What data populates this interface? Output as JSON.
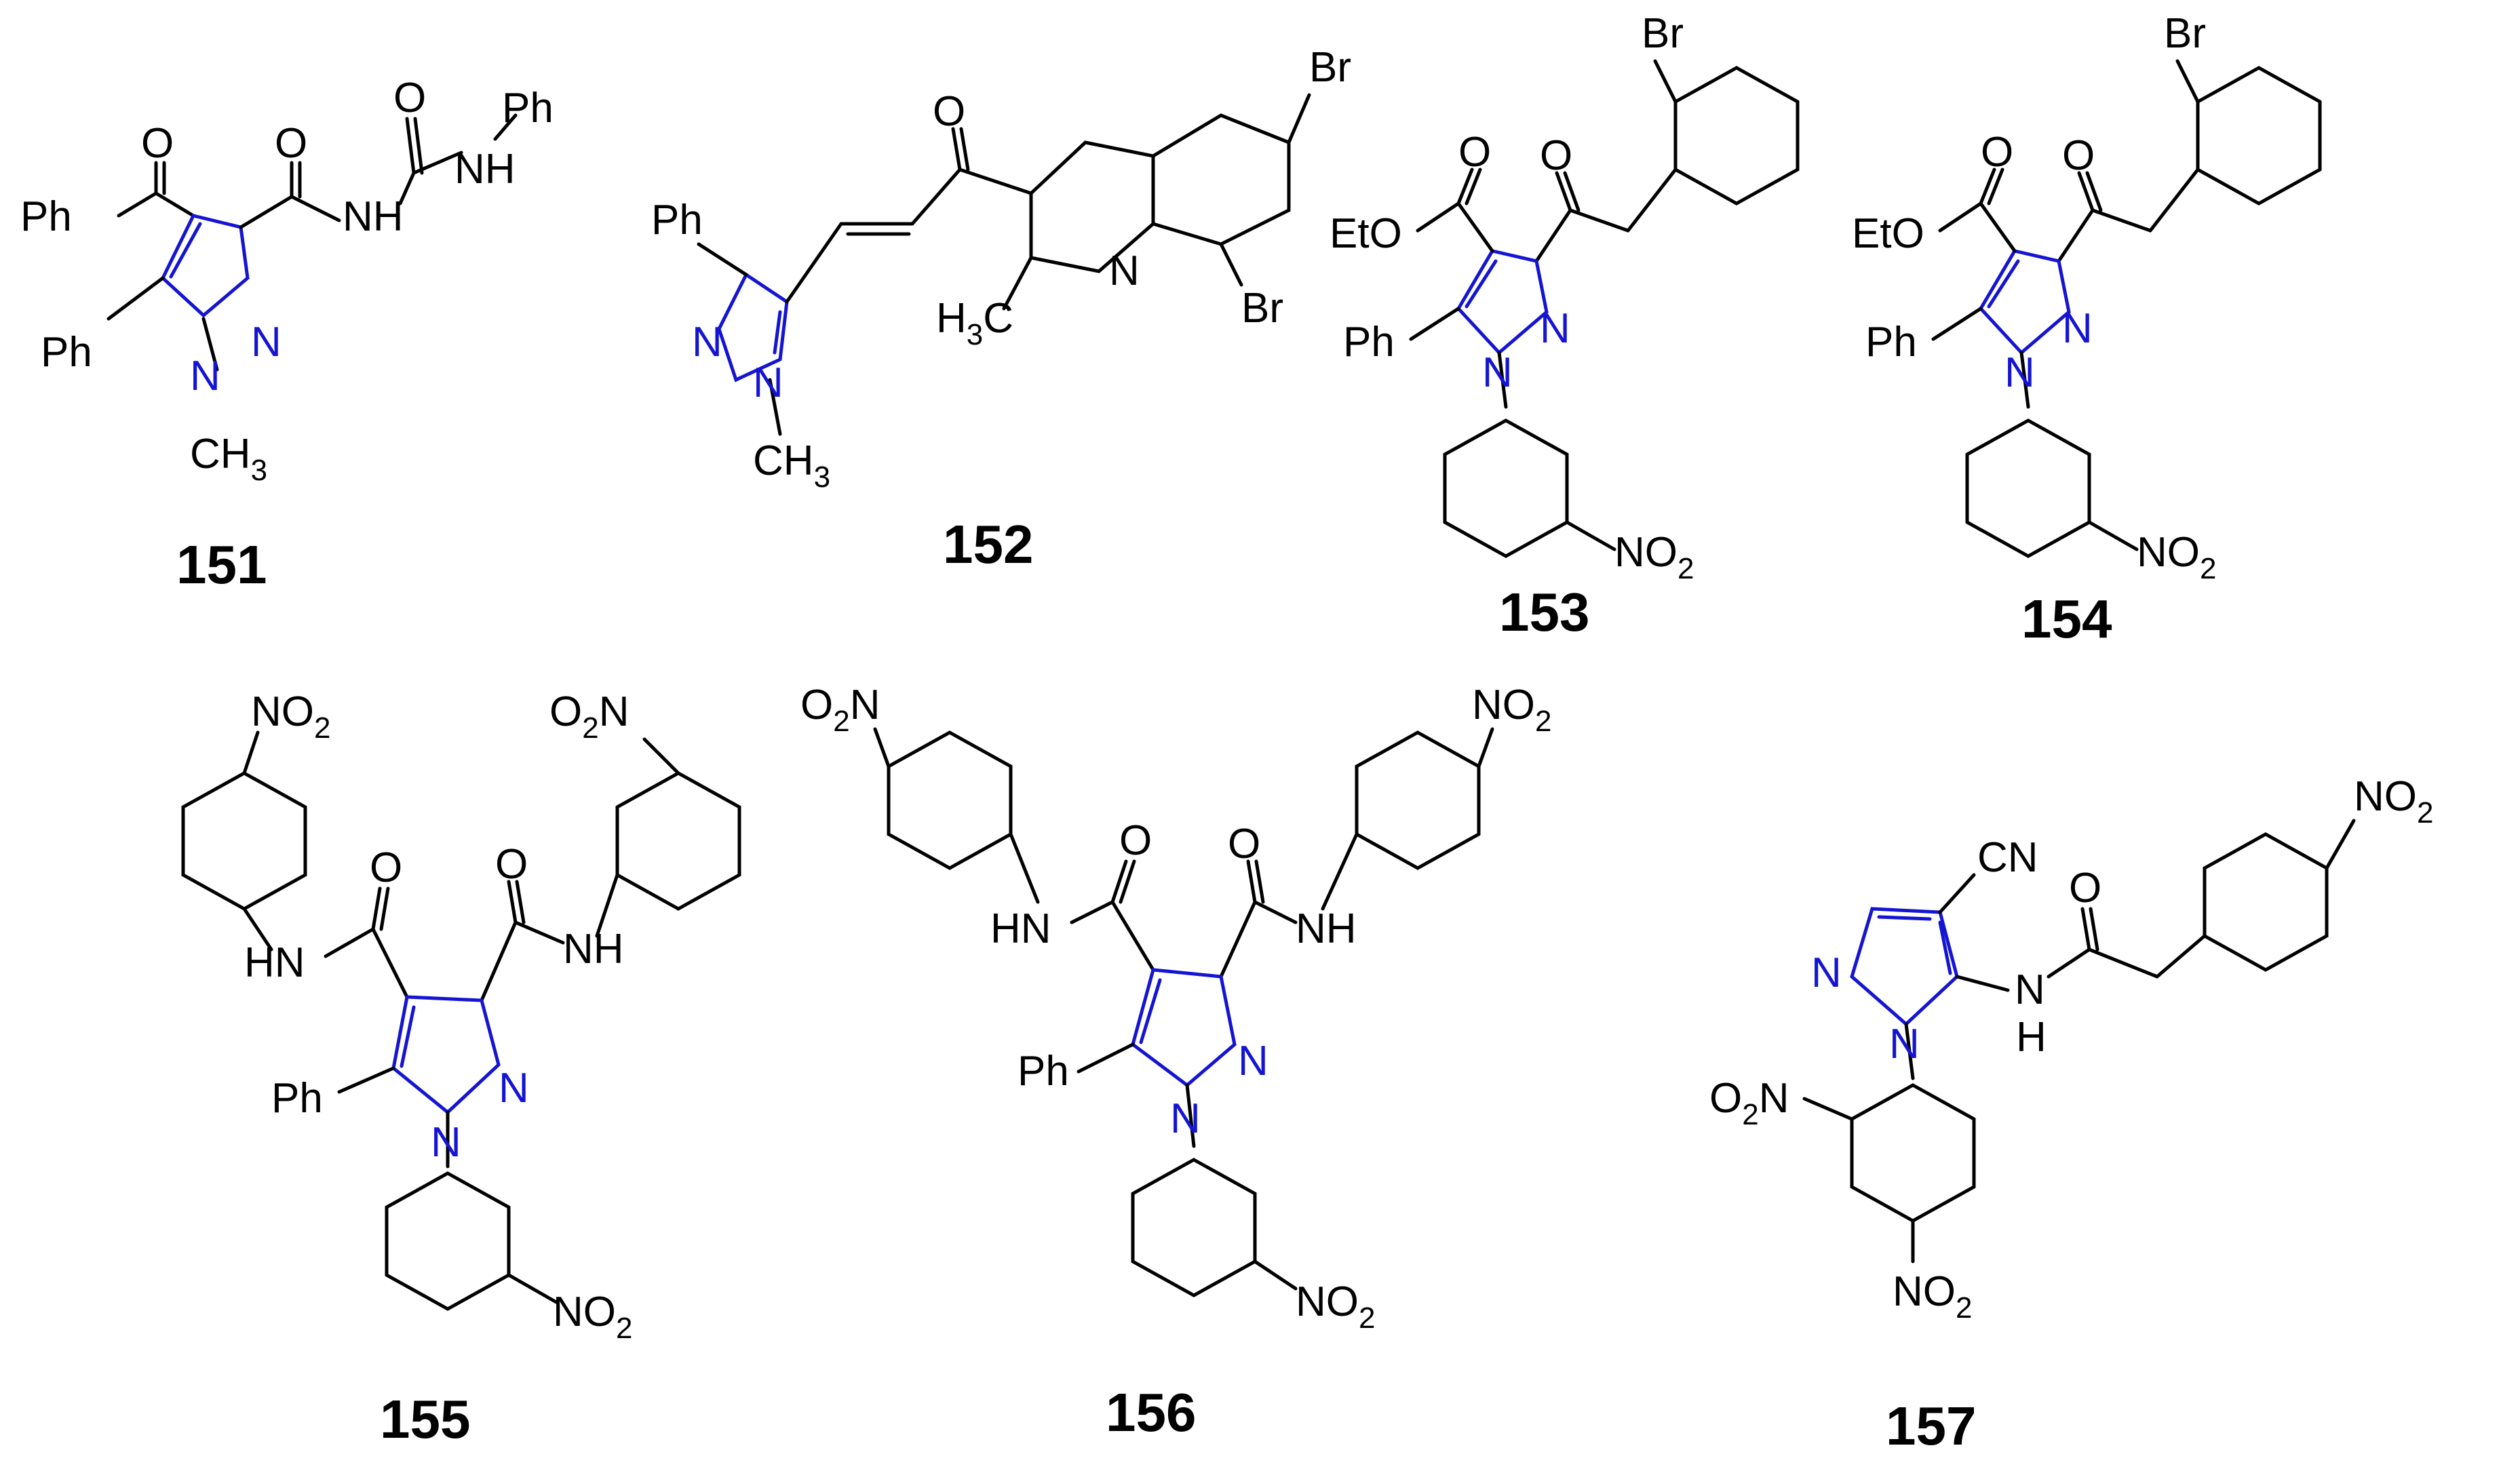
{
  "colors": {
    "pyrazole": "#1414d2",
    "default": "#000000"
  },
  "compounds": {
    "c151": {
      "id": "151",
      "Ph_benzoyl": "Ph",
      "O1": "O",
      "O2": "O",
      "O3": "O",
      "NH1": "NH",
      "NH2": "NH",
      "Ph_urea": "Ph",
      "Ph5": "Ph",
      "N1": "N",
      "N2": "N",
      "methyl": "CH",
      "methyl_sub": "3"
    },
    "c152": {
      "id": "152",
      "Ph": "Ph",
      "N1": "N",
      "N2": "N",
      "methyl": "CH",
      "methyl_sub": "3",
      "O": "O",
      "Br1": "Br",
      "Br2": "Br",
      "Nq": "N",
      "H3C": "H",
      "H3C_sub": "3",
      "H3C_c": "C"
    },
    "c153": {
      "id": "153",
      "Br": "Br",
      "O1": "O",
      "O2": "O",
      "EtO": "EtO",
      "Ph": "Ph",
      "N1": "N",
      "N2": "N",
      "NO2": "NO",
      "NO2_sub": "2"
    },
    "c154": {
      "id": "154",
      "Br": "Br",
      "O1": "O",
      "O2": "O",
      "EtO": "EtO",
      "Ph": "Ph",
      "N1": "N",
      "N2": "N",
      "NO2": "NO",
      "NO2_sub": "2"
    },
    "c155": {
      "id": "155",
      "NO2a": "NO",
      "NO2a_sub": "2",
      "O2N": "O",
      "O2N_sub": "2",
      "O2N_n": "N",
      "O1": "O",
      "O2": "O",
      "HN": "HN",
      "NH": "NH",
      "Ph": "Ph",
      "N1": "N",
      "N2": "N",
      "NO2b": "NO",
      "NO2b_sub": "2"
    },
    "c156": {
      "id": "156",
      "O2N": "O",
      "O2N_sub": "2",
      "O2N_n": "N",
      "NO2a": "NO",
      "NO2a_sub": "2",
      "O1": "O",
      "O2": "O",
      "HN": "HN",
      "NH": "NH",
      "Ph": "Ph",
      "N1": "N",
      "N2": "N",
      "NO2b": "NO",
      "NO2b_sub": "2"
    },
    "c157": {
      "id": "157",
      "CN": "CN",
      "NO2a": "NO",
      "NO2a_sub": "2",
      "O": "O",
      "N1": "N",
      "N2": "N",
      "N_amide": "N",
      "H_amide": "H",
      "O2N": "O",
      "O2N_sub": "2",
      "O2N_n": "N",
      "NO2b": "NO",
      "NO2b_sub": "2"
    }
  }
}
